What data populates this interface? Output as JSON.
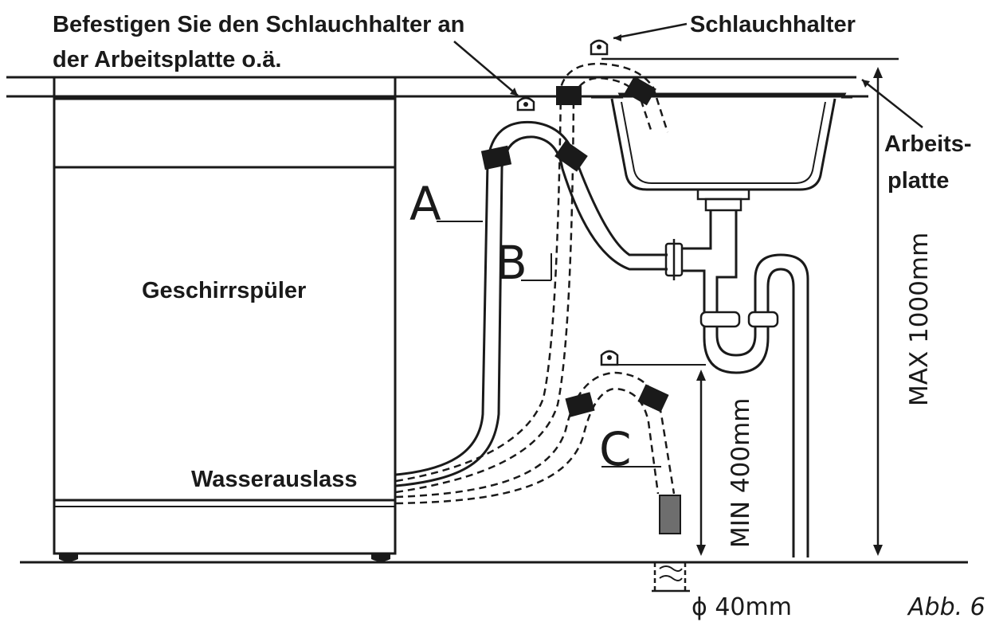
{
  "labels": {
    "instruction_line1": "Befestigen Sie den Schlauchhalter an",
    "instruction_line2": "der Arbeitsplatte o.ä.",
    "hose_holder": "Schlauchhalter",
    "worktop_line1": "Arbeits-",
    "worktop_line2": "platte",
    "dishwasher": "Geschirrspüler",
    "water_outlet": "Wasserauslass",
    "option_a": "A",
    "option_b": "B",
    "option_c": "C",
    "max_height": "MAX 1000mm",
    "min_height": "MIN 400mm",
    "pipe_diameter": "ϕ 40mm",
    "figure_ref": "Abb. 6"
  },
  "colors": {
    "ink": "#1a1a1a",
    "clamp": "#1a1a1a",
    "filter_grey": "#6e6e6e",
    "background": "#ffffff"
  },
  "icons": {
    "hose_holder": "hose-holder-hook-icon",
    "clamp": "hose-clamp-icon"
  }
}
